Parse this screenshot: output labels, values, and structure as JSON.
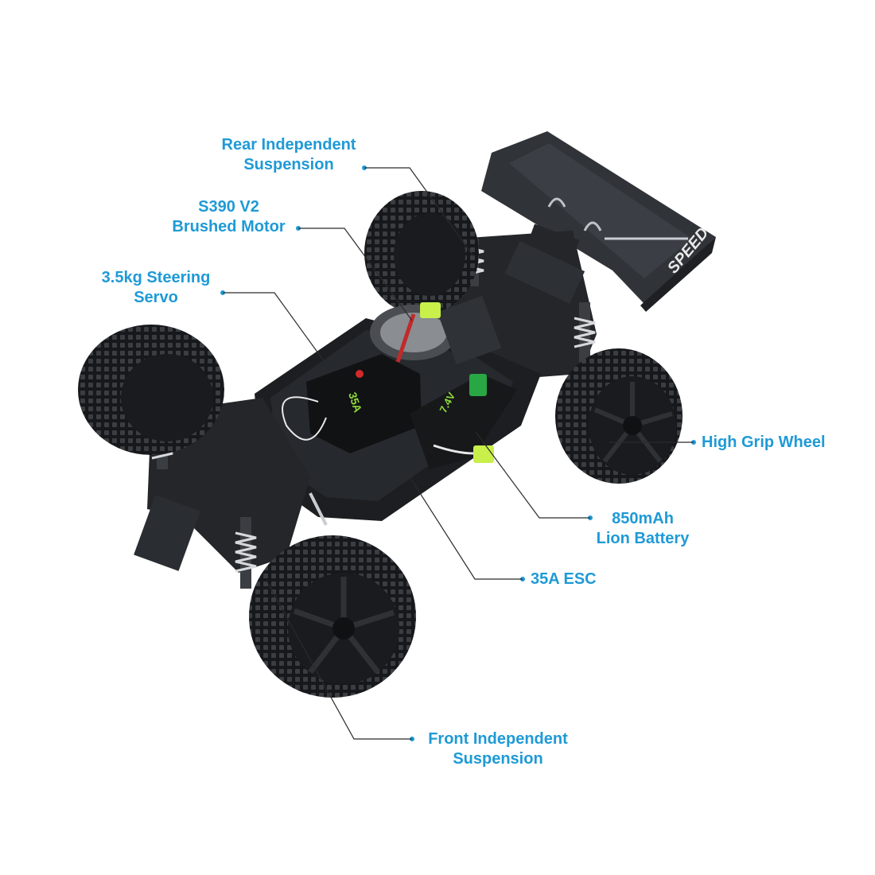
{
  "theme": {
    "accent": "#1f9ad6",
    "car_body": "#1b1d20",
    "highlight_green": "#c8ef4a"
  },
  "callouts": {
    "rear_suspension": [
      "Rear Independent",
      "Suspension"
    ],
    "motor": [
      "S390 V2",
      "Brushed Motor"
    ],
    "servo": [
      "3.5kg Steering",
      "Servo"
    ],
    "wheel": [
      "High Grip Wheel"
    ],
    "battery": [
      "850mAh",
      "Lion Battery"
    ],
    "esc": [
      "35A ESC"
    ],
    "front_suspension": [
      "Front Independent",
      "Suspension"
    ]
  },
  "car_markings": {
    "wing_logo": "SPEED",
    "esc_label": "35A",
    "battery_label": "7.4V"
  }
}
